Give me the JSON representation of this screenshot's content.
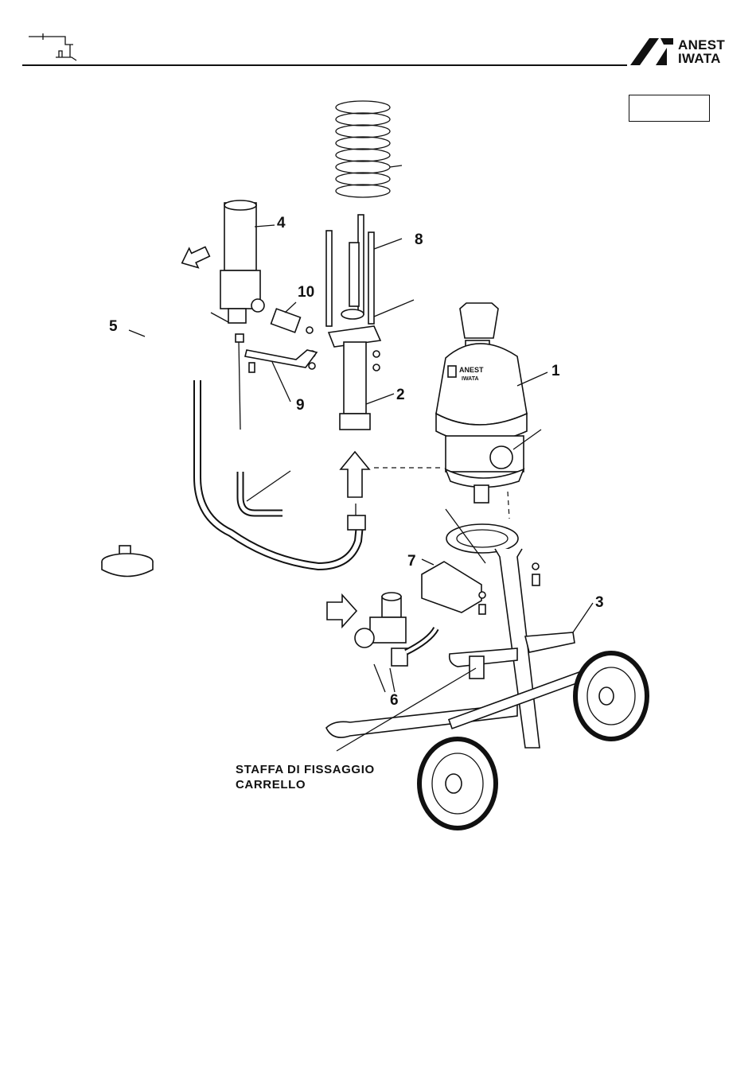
{
  "header": {
    "brand_line1": "ANEST",
    "brand_line2": "IWATA",
    "reference_box": ""
  },
  "diagram": {
    "callouts": {
      "c1": "1",
      "c2": "2",
      "c3": "3",
      "c4": "4",
      "c5": "5",
      "c6": "6",
      "c7": "7",
      "c8": "8",
      "c9": "9",
      "c10": "10"
    },
    "bracket_label_line1": "STAFFA DI FISSAGGIO",
    "bracket_label_line2": "CARRELLO",
    "motor_badge_line1": "ANEST",
    "motor_badge_line2": "IWATA"
  }
}
